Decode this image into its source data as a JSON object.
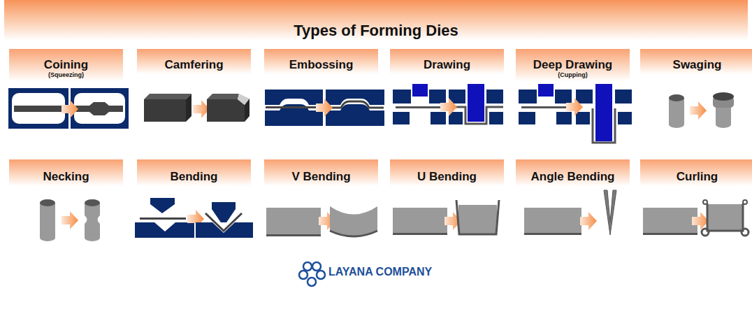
{
  "diagram": {
    "title": "Types of Forming Dies",
    "nodes": [
      {
        "text": [
          "Coining",
          "(Squeezing)"
        ]
      },
      {
        "text": [
          "Camfering"
        ]
      },
      {
        "text": [
          "Embossing"
        ]
      },
      {
        "text": [
          "Drawing"
        ]
      },
      {
        "text": [
          "Deep Drawing",
          "(Cupping)"
        ]
      },
      {
        "text": [
          "Swaging"
        ]
      },
      {
        "text": [
          "Necking"
        ]
      },
      {
        "text": [
          "Bending"
        ]
      },
      {
        "text": [
          "V Bending"
        ]
      },
      {
        "text": [
          "U Bending"
        ]
      },
      {
        "text": [
          "Angle Bending"
        ]
      },
      {
        "text": [
          "Curling"
        ]
      }
    ],
    "labels": [
      "LAYANA COMPANY"
    ]
  }
}
